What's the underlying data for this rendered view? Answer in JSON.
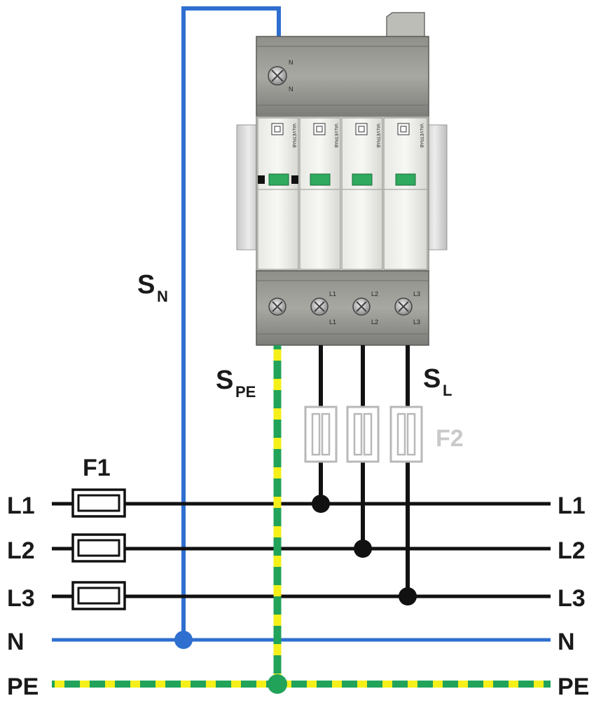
{
  "rails": {
    "L1": "L1",
    "L2": "L2",
    "L3": "L3",
    "N": "N",
    "PE": "PE"
  },
  "fuses": {
    "f1": "F1",
    "f2": "F2"
  },
  "conductors": {
    "sn_main": "S",
    "sn_sub": "N",
    "spe_main": "S",
    "spe_sub": "PE",
    "sl_main": "S",
    "sl_sub": "L"
  },
  "device": {
    "top_terminal_label_1": "N",
    "top_terminal_label_2": "N",
    "module_brand": "VALVETRAB",
    "bottom_terminals": [
      {
        "top": "",
        "bottom": ""
      },
      {
        "top": "L1",
        "bottom": "L1"
      },
      {
        "top": "L2",
        "bottom": "L2"
      },
      {
        "top": "L3",
        "bottom": "L3"
      }
    ]
  },
  "colors": {
    "neutral": "#2e6fd0",
    "phase": "#111111",
    "pe_green": "#21a35a",
    "pe_yellow": "#f5ef1a",
    "module_indicator": "#2faa5f",
    "f2_fill": "#c9c9c9"
  }
}
